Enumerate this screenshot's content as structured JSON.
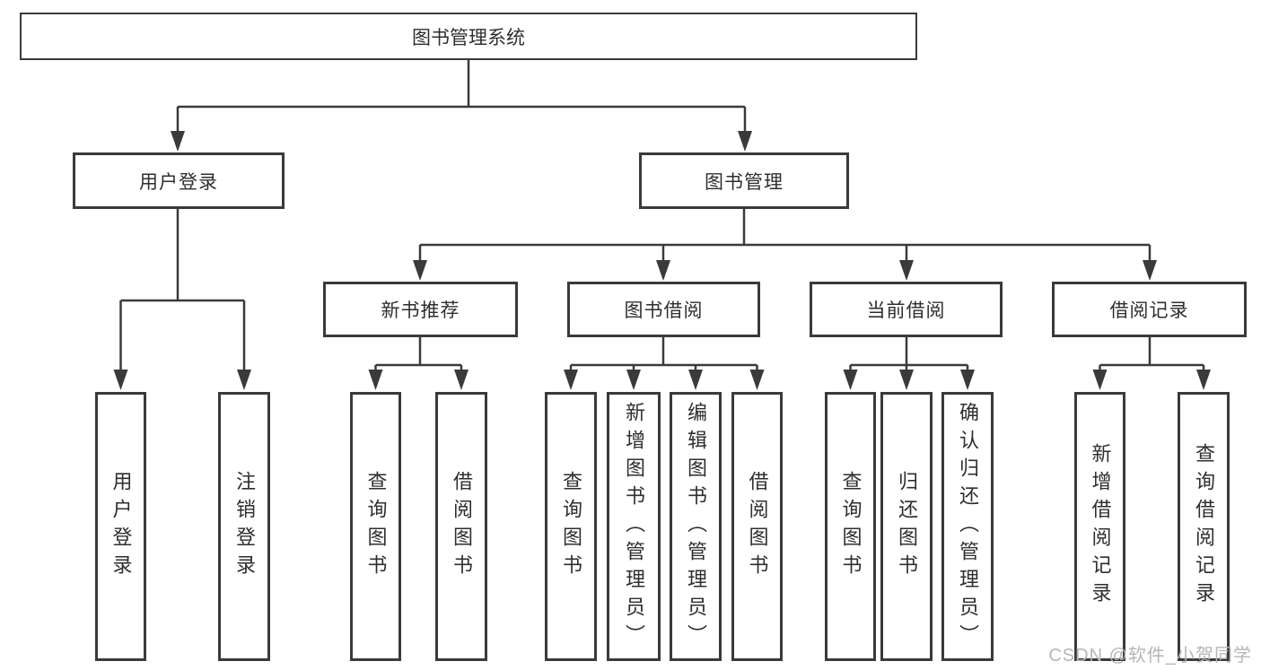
{
  "diagram": {
    "root": {
      "label": "图书管理系统"
    },
    "branches": [
      {
        "label": "用户登录",
        "children": [
          {
            "label": "用户登录"
          },
          {
            "label": "注销登录"
          }
        ]
      },
      {
        "label": "图书管理",
        "children": [
          {
            "label": "新书推荐",
            "children": [
              {
                "label": "查询图书"
              },
              {
                "label": "借阅图书"
              }
            ]
          },
          {
            "label": "图书借阅",
            "children": [
              {
                "label": "查询图书"
              },
              {
                "label": "新增图书（管理员）"
              },
              {
                "label": "编辑图书（管理员）"
              },
              {
                "label": "借阅图书"
              }
            ]
          },
          {
            "label": "当前借阅",
            "children": [
              {
                "label": "查询图书"
              },
              {
                "label": "归还图书"
              },
              {
                "label": "确认归还（管理员）"
              }
            ]
          },
          {
            "label": "借阅记录",
            "children": [
              {
                "label": "新增借阅记录"
              },
              {
                "label": "查询借阅记录"
              }
            ]
          }
        ]
      }
    ],
    "watermark": "CSDN @软件_小贺同学"
  },
  "colors": {
    "line": "#3a3a3a",
    "text": "#2e2e2e",
    "box_background": "#ffffff",
    "watermark": "#b6b6b6",
    "page_background": "#ffffff"
  }
}
